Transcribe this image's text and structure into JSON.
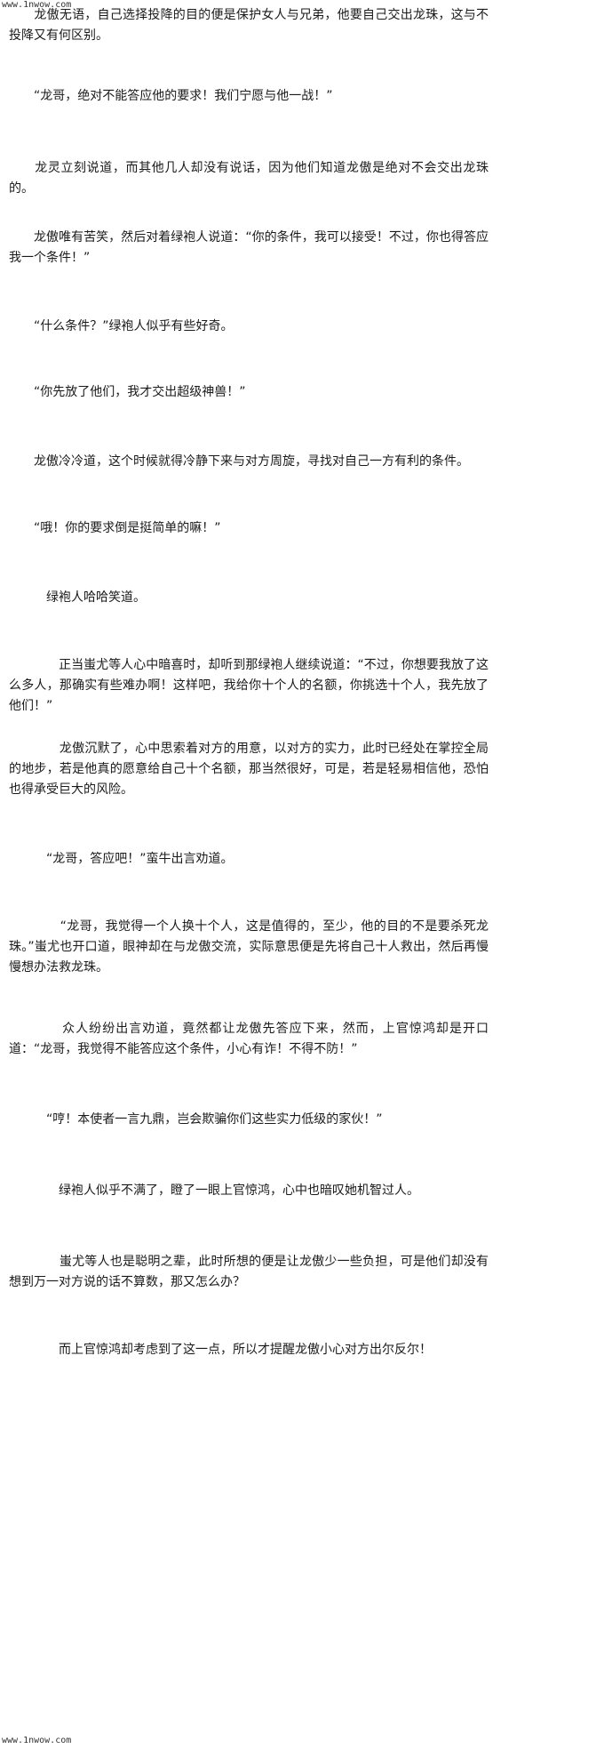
{
  "watermark_top": "www.1nwow.com",
  "watermark_bottom": "www.1nwow.com",
  "paragraphs": [
    "　　龙傲无语，自己选择投降的目的便是保护女人与兄弟，他要自己交出龙珠，这与不投降又有何区别。",
    "　　“龙哥，绝对不能答应他的要求！我们宁愿与他一战！”",
    "　　龙灵立刻说道，而其他几人却没有说话，因为他们知道龙傲是绝对不会交出龙珠的。",
    "　　龙傲唯有苦笑，然后对着绿袍人说道：“你的条件，我可以接受！不过，你也得答应我一个条件！”",
    "　　“什么条件？”绿袍人似乎有些好奇。",
    "　　“你先放了他们，我才交出超级神兽！”",
    "　　龙傲冷冷道，这个时候就得冷静下来与对方周旋，寻找对自己一方有利的条件。",
    "　　“哦！你的要求倒是挺简单的嘛！”",
    "　　　绿袍人哈哈笑道。",
    "　　　　正当蚩尤等人心中暗喜时，却听到那绿袍人继续说道：“不过，你想要我放了这么多人，那确实有些难办啊！这样吧，我给你十个人的名额，你挑选十个人，我先放了他们！”",
    "　　　　龙傲沉默了，心中思索着对方的用意，以对方的实力，此时已经处在掌控全局的地步，若是他真的愿意给自己十个名额，那当然很好，可是，若是轻易相信他，恐怕也得承受巨大的风险。",
    "　　　“龙哥，答应吧！”蛮牛出言劝道。",
    "　　　　“龙哥，我觉得一个人换十个人，这是值得的，至少，他的目的不是要杀死龙珠。”蚩尤也开口道，眼神却在与龙傲交流，实际意思便是先将自己十人救出，然后再慢慢想办法救龙珠。",
    "　　　　众人纷纷出言劝道，竟然都让龙傲先答应下来，然而，上官惊鸿却是开口道：“龙哥，我觉得不能答应这个条件，小心有诈！不得不防！”",
    "　　　“哼！本使者一言九鼎，岂会欺骗你们这些实力低级的家伙！”",
    "　　　　绿袍人似乎不满了，瞪了一眼上官惊鸿，心中也暗叹她机智过人。",
    "　　　　蚩尤等人也是聪明之辈，此时所想的便是让龙傲少一些负担，可是他们却没有想到万一对方说的话不算数，那又怎么办？",
    "　　　　而上官惊鸿却考虑到了这一点，所以才提醒龙傲小心对方出尔反尔！"
  ]
}
